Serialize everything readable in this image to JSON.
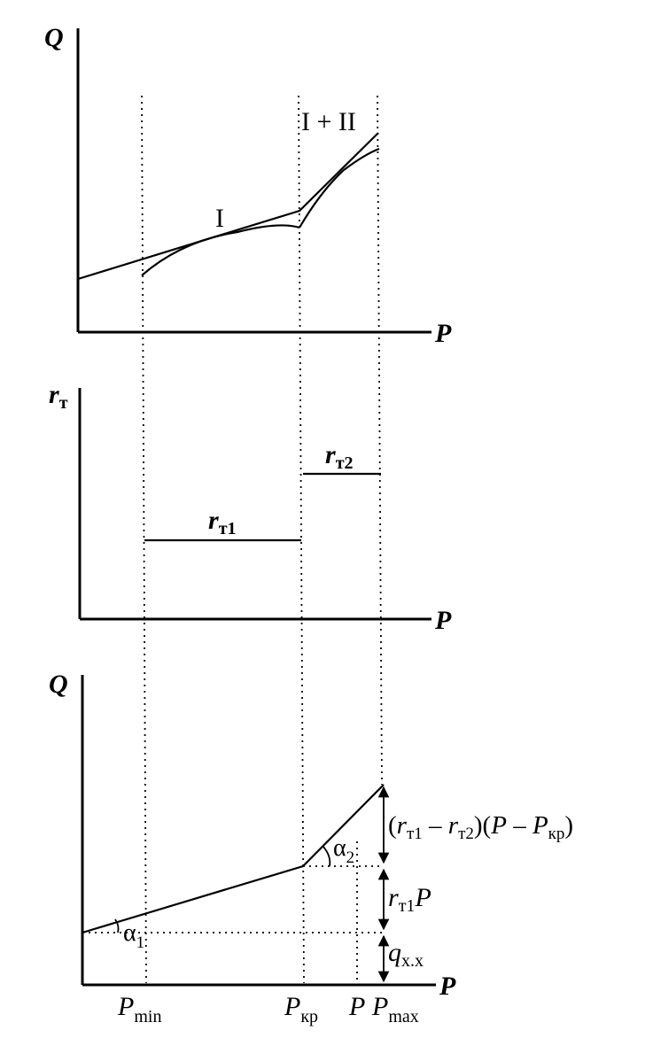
{
  "top_panel": {
    "y_axis": "Q",
    "x_axis": "P",
    "curve_label_1": "I",
    "curve_label_2": "I + II"
  },
  "middle_panel": {
    "y_axis_main": "r",
    "y_axis_sub": "т",
    "x_axis": "P",
    "step_1_main": "r",
    "step_1_sub": "т1",
    "step_2_main": "r",
    "step_2_sub": "т2"
  },
  "bottom_panel": {
    "y_axis": "Q",
    "x_axis": "P",
    "angle_1_main": "α",
    "angle_1_sub": "1",
    "angle_2_main": "α",
    "angle_2_sub": "2",
    "dim_top": {
      "open1": "(",
      "r1": "r",
      "s1": "т1",
      "minus": " – ",
      "r2": "r",
      "s2": "т2",
      "mid": ")(",
      "p": "P",
      "minus2": " – ",
      "pk": "P",
      "pks": "кр",
      "close": ")"
    },
    "dim_mid": {
      "r": "r",
      "s": "т1",
      "p": "P"
    },
    "dim_bottom": {
      "q": "q",
      "s": "х.х"
    },
    "x_ticks": {
      "pmin_main": "P",
      "pmin_sub": "min",
      "pkr_main": "P",
      "pkr_sub": "кр",
      "p": "P",
      "pmax_main": "P",
      "pmax_sub": "max"
    }
  }
}
